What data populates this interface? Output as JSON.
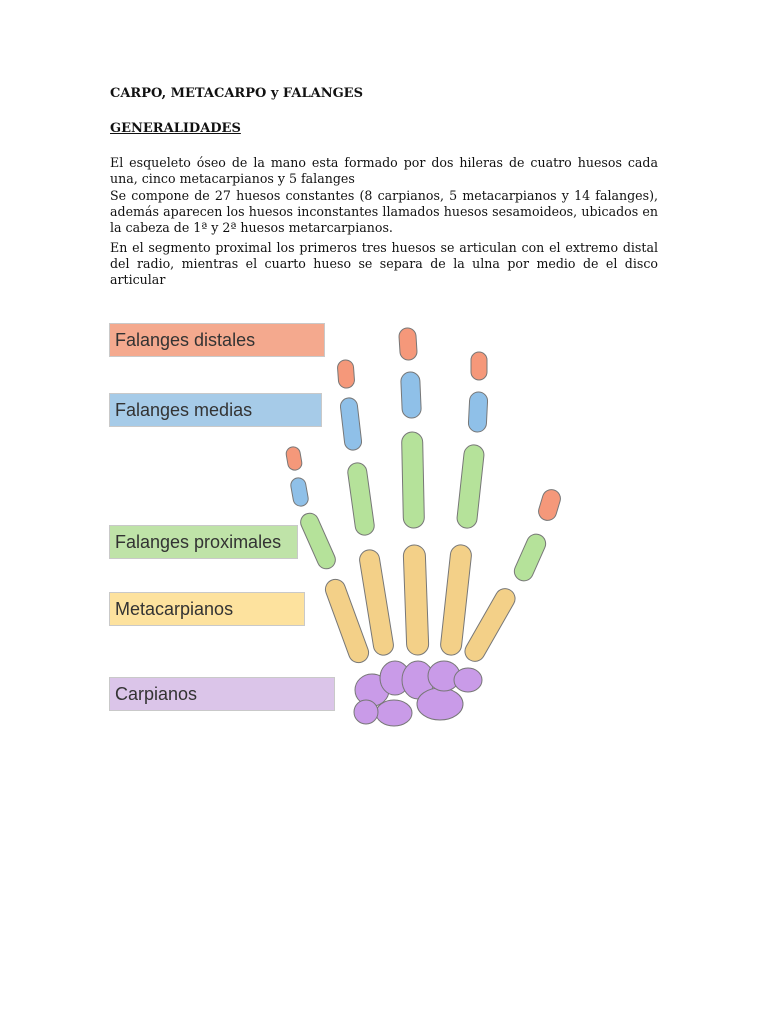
{
  "document": {
    "title": "CARPO, METACARPO y FALANGES",
    "section_heading": "GENERALIDADES",
    "paragraphs": [
      "El esqueleto óseo de la mano esta formado por dos hileras de cuatro huesos cada una, cinco metacarpianos y 5 falanges",
      "Se compone de 27 huesos constantes (8 carpianos, 5 metacarpianos y 14 falanges), además aparecen los huesos inconstantes llamados huesos sesamoideos, ubicados en la cabeza de 1ª y 2ª huesos metarcarpianos.",
      "En el segmento proximal los primeros tres huesos se articulan con el extremo distal del radio, mientras el cuarto hueso se separa de la ulna por medio de el disco articular"
    ]
  },
  "figure": {
    "legend": [
      {
        "label": "Falanges distales",
        "color": "#f4a98e"
      },
      {
        "label": "Falanges medias",
        "color": "#a6cbe8"
      },
      {
        "label": "Falanges proximales",
        "color": "#bfe3a8"
      },
      {
        "label": "Metacarpianos",
        "color": "#fde29e"
      },
      {
        "label": "Carpianos",
        "color": "#dbc5e9"
      }
    ],
    "bone_colors": {
      "distal": "#f5987a",
      "medial": "#8fc0e8",
      "proximal": "#b5e29a",
      "metacarpal": "#f3d088",
      "carpal": "#c99be8"
    }
  }
}
